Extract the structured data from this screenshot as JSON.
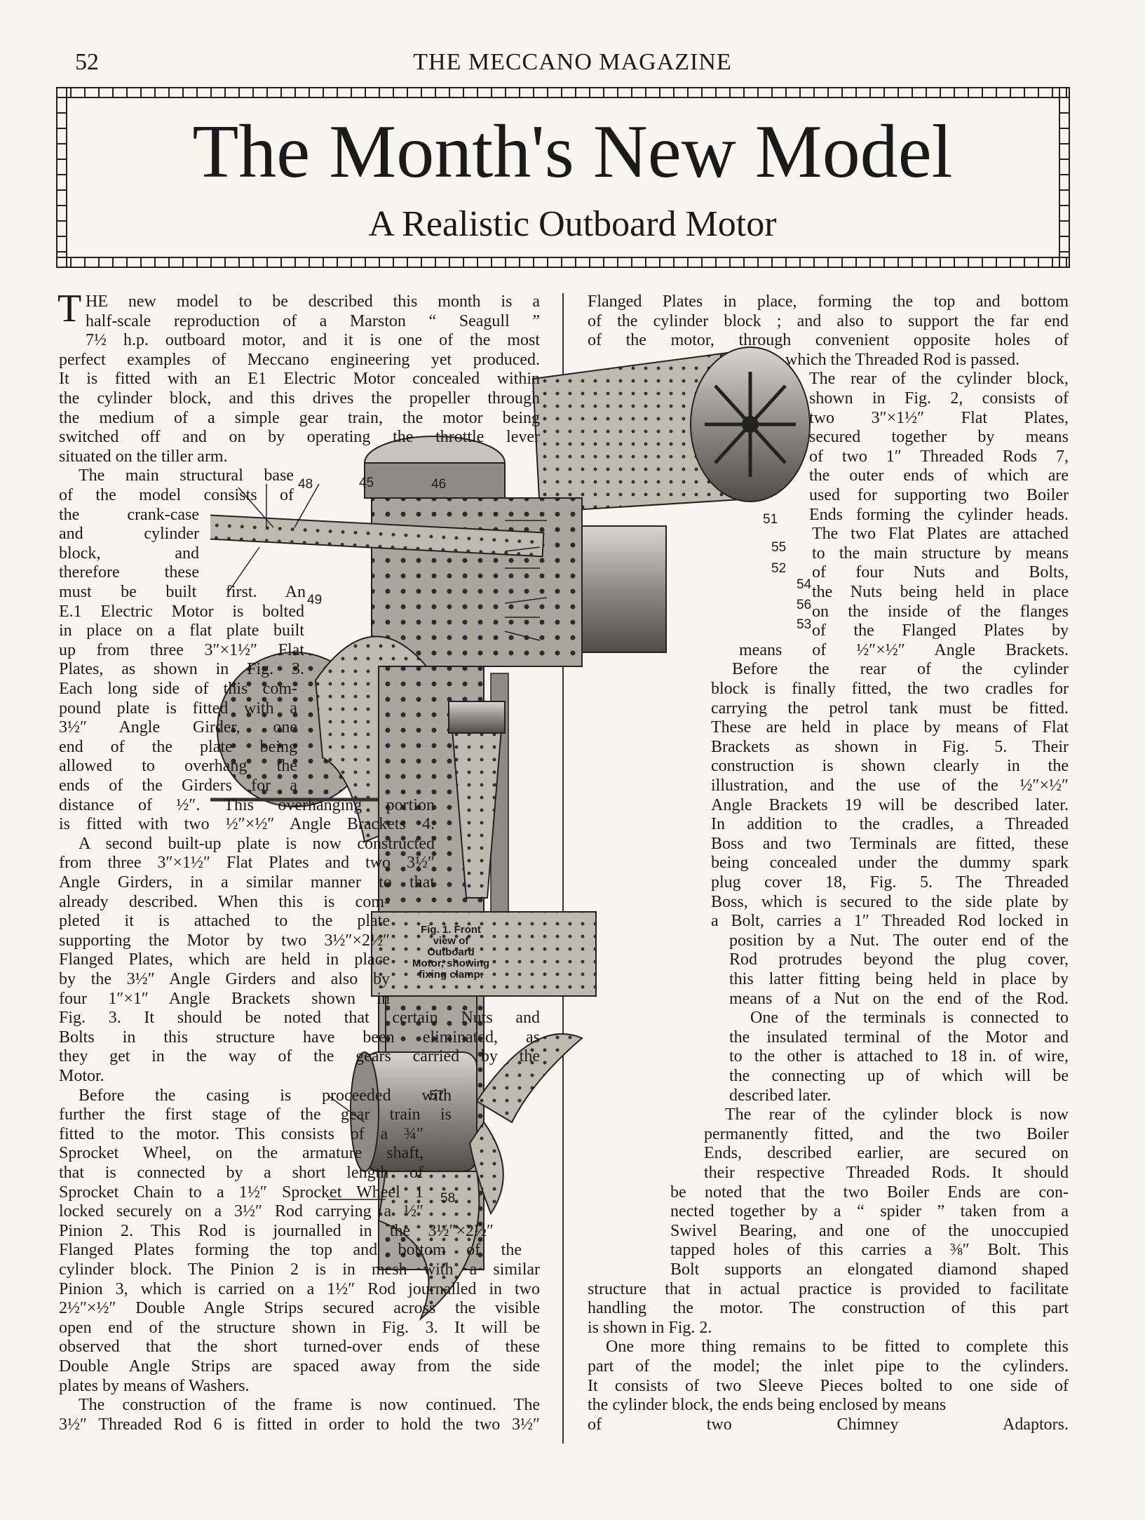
{
  "header": {
    "page_number": "52",
    "running_head": "THE MECCANO MAGAZINE"
  },
  "title": {
    "main": "The Month's New Model",
    "subtitle": "A Realistic Outboard Motor"
  },
  "figure": {
    "caption": "Fig. 1. Front view of Outboard Motor, showing fixing clamp.",
    "callouts": [
      "48",
      "45",
      "46",
      "49",
      "51",
      "55",
      "52",
      "54",
      "56",
      "53",
      "57",
      "58"
    ]
  },
  "left": [
    "HE new model to be described this month is a",
    "half-scale reproduction of a Marston “ Seagull ”",
    "7½ h.p. outboard motor, and it is one of the most",
    "perfect examples of Meccano engineering yet produced.",
    "It is fitted with an E1 Electric Motor concealed within",
    "the cylinder block, and this drives the propeller through",
    "the medium of a simple gear train, the motor being",
    "switched off and on by operating the throttle lever",
    "situated on the tiller arm.",
    "The main structural base",
    "of the model consists of",
    "the crank-case",
    "and cylinder",
    "block, and",
    "therefore these",
    "must be built first. An",
    "E.1 Electric Motor is bolted",
    "in place on a flat plate built",
    "up from three 3″×1½″ Flat",
    "Plates, as shown in Fig. 3.",
    "Each long side of this com-",
    "pound plate is fitted with a",
    "3½″ Angle Girder, one",
    "end of the plate being",
    "allowed to overhang the",
    "ends of the Girders for a",
    "distance of ½″. This overhanging portion",
    "is fitted with two ½″×½″ Angle Brackets 4.",
    "A second built-up plate is now constructed",
    "from three 3″×1½″ Flat Plates and two 3½″",
    "Angle Girders, in a similar manner to that",
    "already described. When this is com-",
    "pleted it is attached to the plate",
    "supporting the Motor by two 3½″×2½″",
    "Flanged Plates, which are held in place",
    "by the 3½″ Angle Girders and also by",
    "four 1″×1″ Angle Brackets shown in",
    "Fig. 3. It should be noted that certain Nuts and",
    "Bolts in this structure have been eliminated, as",
    "they get in the way of the gears carried by the",
    "Motor.",
    "Before the casing is proceeded with",
    "further the first stage of the gear train is",
    "fitted to the motor. This consists of a ¾″",
    "Sprocket Wheel, on the armature shaft,",
    "that is connected by a short length of",
    "Sprocket Chain to a 1½″ Sprocket Wheel 1",
    "locked securely on a 3½″ Rod carrying a ½″",
    "Pinion 2. This Rod is journalled in the 3½″×2½″",
    "Flanged Plates forming the top and bottom of the",
    "cylinder block. The Pinion 2 is in mesh with a similar",
    "Pinion 3, which is carried on a 1½″ Rod journalled in two",
    "2½″×½″ Double Angle Strips secured across the visible",
    "open end of the structure shown in Fig. 3. It will be",
    "observed that the short turned-over ends of these",
    "Double Angle Strips are spaced away from the side",
    "plates by means of Washers.",
    "The construction of the frame is now continued. The",
    "3½″ Threaded Rod 6 is fitted in order to hold the two 3½″"
  ],
  "right": [
    "Flanged Plates in place, forming the top and bottom",
    "of the cylinder block ; and also to support the far end",
    "of the motor, through convenient opposite holes of",
    "which the Threaded Rod is passed.",
    "The rear of the cylinder block,",
    "shown in Fig. 2, consists of",
    "two 3″×1½″ Flat Plates,",
    "secured together by means",
    "of two 1″ Threaded Rods 7,",
    "the outer ends of which are",
    "used for supporting two Boiler",
    "Ends forming the cylinder heads.",
    "The two Flat Plates are attached",
    "to the main structure by means",
    "of four Nuts and Bolts,",
    "the Nuts being held in place",
    "on the inside of the flanges",
    "of the Flanged Plates by",
    "means of ½″×½″ Angle Brackets.",
    "Before the rear of the cylinder",
    "block is finally fitted, the two cradles for",
    "carrying the petrol tank must be fitted.",
    "These are held in place by means of Flat",
    "Brackets as shown in Fig. 5. Their",
    "construction is shown clearly in the",
    "illustration, and the use of the ½″×½″",
    "Angle Brackets 19 will be described later.",
    "In addition to the cradles, a Threaded",
    "Boss and two Terminals are fitted, these",
    "being concealed under the dummy spark",
    "plug cover 18, Fig. 5. The Threaded",
    "Boss, which is secured to the side plate by",
    "a Bolt, carries a 1″ Threaded Rod locked in",
    "position by a Nut. The outer end of the",
    "Rod protrudes beyond the plug cover,",
    "this latter fitting being held in place by",
    "means of a Nut on the end of the Rod.",
    "One of the terminals is connected to",
    "the insulated terminal of the Motor and",
    "to the other is attached to 18 in. of wire,",
    "the connecting up of which will be",
    "described later.",
    "The rear of the cylinder block is now",
    "permanently fitted, and the two Boiler",
    "Ends, described earlier, are secured on",
    "their respective Threaded Rods. It should",
    "be noted that the two Boiler Ends are con-",
    "nected together by a “ spider ” taken from a",
    "Swivel Bearing, and one of the unoccupied",
    "tapped holes of this carries a ⅜″ Bolt. This",
    "Bolt supports an elongated diamond shaped",
    "structure that in actual practice is provided to facilitate",
    "handling the motor. The construction of this part",
    "is shown in Fig. 2.",
    "One more thing remains to be fitted to complete this",
    "part of the model; the inlet pipe to the cylinders.",
    "It consists of two Sleeve Pieces bolted to one side of",
    "the cylinder block, the ends being enclosed by means",
    "of two Chimney Adaptors."
  ],
  "colors": {
    "ink": "#1a1a1a",
    "paper": "#f7f5f0",
    "metal": "#9a9a92"
  }
}
